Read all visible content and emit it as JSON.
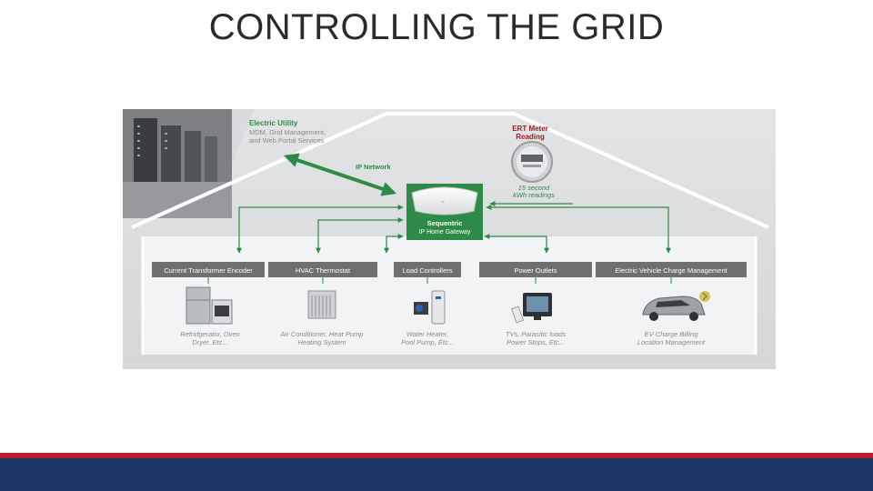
{
  "slide": {
    "title": "CONTROLLING THE GRID"
  },
  "diagram": {
    "utility": {
      "title": "Electric Utility",
      "line1": "MDM, Grid Management,",
      "line2": "and Web Portal Services"
    },
    "network_label": "IP Network",
    "meter": {
      "title_line1": "ERT Meter",
      "title_line2": "Reading",
      "note_line1": "15 second",
      "note_line2": "kWh readings"
    },
    "gateway": {
      "line1": "Sequentric",
      "line2": "IP Home Gateway"
    },
    "categories": [
      {
        "label": "Current Transformer Encoder",
        "caption1": "Refridgerator, Oven",
        "caption2": "Dryer, Etc..."
      },
      {
        "label": "HVAC Thermostat",
        "caption1": "Air Conditioner, Heat Pump",
        "caption2": "Heating System"
      },
      {
        "label": "Load Controllers",
        "caption1": "Water Heater,",
        "caption2": "Pool Pump, Etc..."
      },
      {
        "label": "Power Outlets",
        "caption1": "TVs, Parasitic loads",
        "caption2": "Power Strips, Etc..."
      },
      {
        "label": "Electric Vehicle Charge Management",
        "caption1": "EV Charge Billing",
        "caption2": "Location Management"
      }
    ],
    "colors": {
      "accent_green": "#2e8b47",
      "label_gray": "#6f6f6f",
      "text_gray": "#8a8a8a",
      "meter_red": "#9b1d22",
      "bar_red": "#b81f2d",
      "bar_blue": "#1d3864"
    }
  }
}
